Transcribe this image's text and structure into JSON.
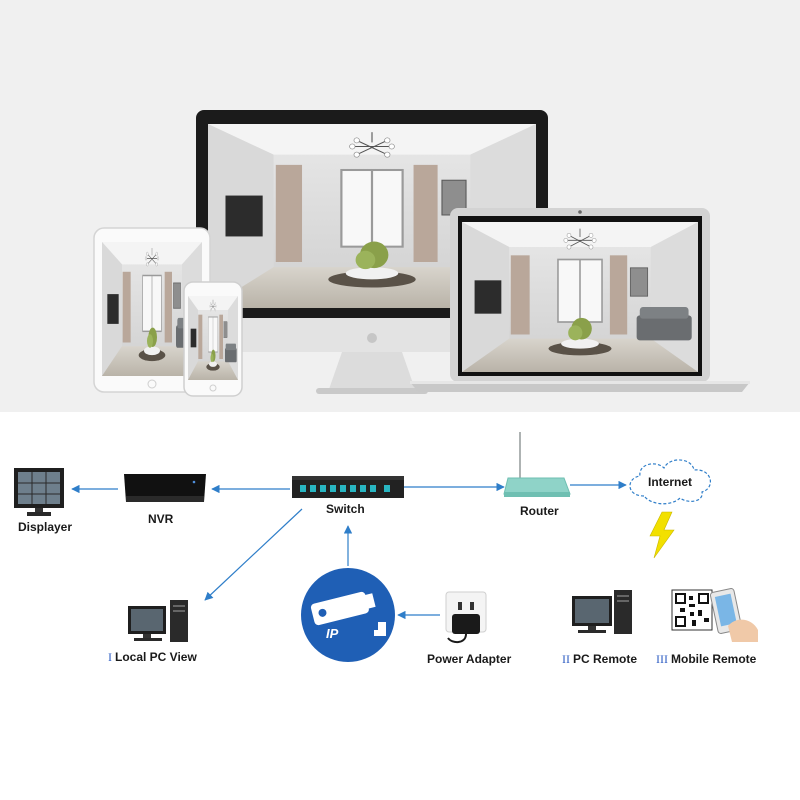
{
  "devices_showcase": {
    "devices": [
      "tablet",
      "smartphone",
      "desktop-monitor",
      "laptop"
    ],
    "screen_content": "living-room-camera-view"
  },
  "diagram": {
    "nodes": {
      "displayer": "Displayer",
      "nvr": "NVR",
      "switch": "Switch",
      "router": "Router",
      "internet": "Internet",
      "ip_camera": "IP",
      "power_adapter": "Power Adapter",
      "local_pc": {
        "numeral": "I",
        "label": "Local PC View"
      },
      "pc_remote": {
        "numeral": "II",
        "label": "PC Remote"
      },
      "mobile_remote": {
        "numeral": "III",
        "label": "Mobile Remote"
      }
    },
    "colors": {
      "arrow": "#2f7ec9",
      "camera_badge": "#1f5fb5",
      "router": "#8fd3c8",
      "lightning": "#f2e000"
    }
  }
}
